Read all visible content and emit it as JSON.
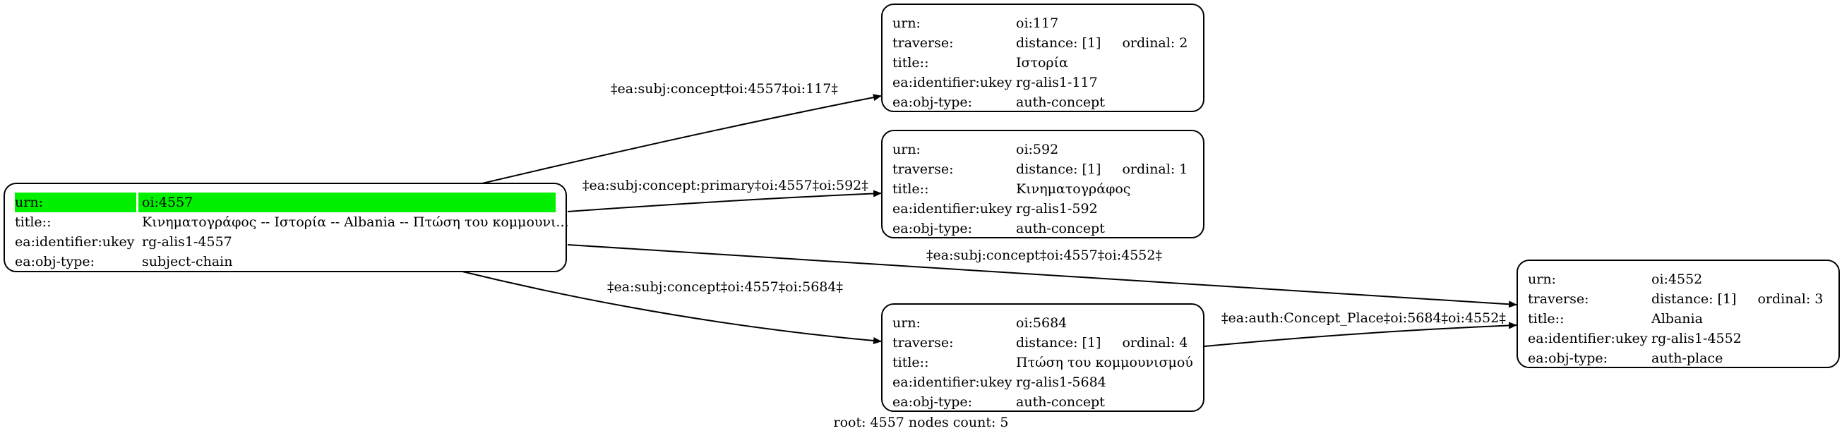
{
  "graph": {
    "root_node": {
      "rows": [
        {
          "key": "urn:",
          "value": "oi:4557"
        },
        {
          "key": "title::",
          "value": "Κινηματογράφος -- Ιστορία -- Albania -- Πτώση του κομμουνι..."
        },
        {
          "key": "ea:identifier:ukey",
          "value": "rg-alis1-4557"
        },
        {
          "key": "ea:obj-type:",
          "value": "subject-chain"
        }
      ]
    },
    "nodes": [
      {
        "urn_key": "urn:",
        "urn": "oi:117",
        "traverse_key": "traverse:",
        "distance": "distance: [1]",
        "ordinal": "ordinal: 2",
        "title_key": "title::",
        "title": "Ιστορία",
        "ukey_key": "ea:identifier:ukey",
        "ukey": "rg-alis1-117",
        "type_key": "ea:obj-type:",
        "type": "auth-concept"
      },
      {
        "urn_key": "urn:",
        "urn": "oi:592",
        "traverse_key": "traverse:",
        "distance": "distance: [1]",
        "ordinal": "ordinal: 1",
        "title_key": "title::",
        "title": "Κινηματογράφος",
        "ukey_key": "ea:identifier:ukey",
        "ukey": "rg-alis1-592",
        "type_key": "ea:obj-type:",
        "type": "auth-concept"
      },
      {
        "urn_key": "urn:",
        "urn": "oi:4552",
        "traverse_key": "traverse:",
        "distance": "distance: [1]",
        "ordinal": "ordinal: 3",
        "title_key": "title::",
        "title": "Albania",
        "ukey_key": "ea:identifier:ukey",
        "ukey": "rg-alis1-4552",
        "type_key": "ea:obj-type:",
        "type": "auth-place"
      },
      {
        "urn_key": "urn:",
        "urn": "oi:5684",
        "traverse_key": "traverse:",
        "distance": "distance: [1]",
        "ordinal": "ordinal: 4",
        "title_key": "title::",
        "title": "Πτώση του κομμουνισμού",
        "ukey_key": "ea:identifier:ukey",
        "ukey": "rg-alis1-5684",
        "type_key": "ea:obj-type:",
        "type": "auth-concept"
      }
    ],
    "edges": [
      {
        "from": "oi:4557",
        "to": "oi:117",
        "label": "‡ea:subj:concept‡oi:4557‡oi:117‡"
      },
      {
        "from": "oi:4557",
        "to": "oi:592",
        "label": "‡ea:subj:concept:primary‡oi:4557‡oi:592‡"
      },
      {
        "from": "oi:4557",
        "to": "oi:4552",
        "label": "‡ea:subj:concept‡oi:4557‡oi:4552‡"
      },
      {
        "from": "oi:4557",
        "to": "oi:5684",
        "label": "‡ea:subj:concept‡oi:4557‡oi:5684‡"
      },
      {
        "from": "oi:5684",
        "to": "oi:4552",
        "label": "‡ea:auth:Concept_Place‡oi:5684‡oi:4552‡"
      }
    ],
    "colors": {
      "root_highlight": "#00f000",
      "line": "#000000"
    },
    "footer": "root: 4557 nodes count: 5"
  }
}
